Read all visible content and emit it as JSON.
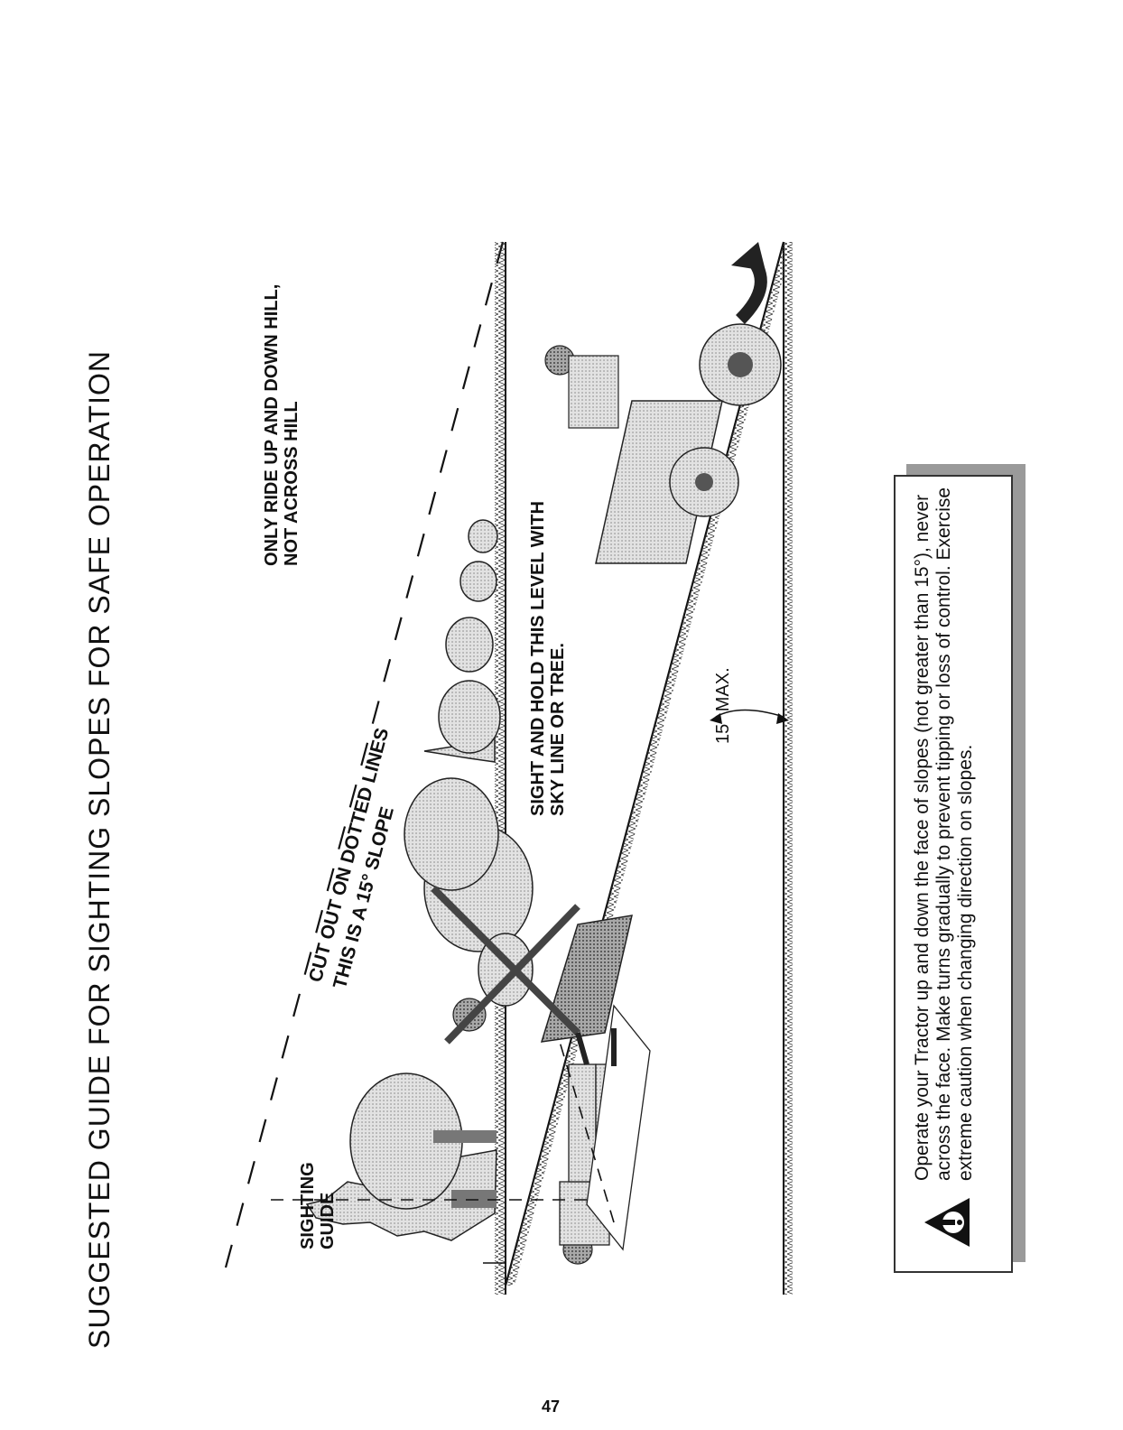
{
  "title": "SUGGESTED GUIDE FOR SIGHTING SLOPES FOR SAFE OPERATION",
  "labels": {
    "sighting_guide": [
      "SIGHTING",
      "GUIDE"
    ],
    "cut_out": [
      "CUT OUT ON DOTTED LINES",
      "THIS IS A 15° SLOPE"
    ],
    "ride": [
      "ONLY RIDE UP AND DOWN HILL,",
      "NOT ACROSS HILL"
    ],
    "sight_hold": [
      "SIGHT AND HOLD THIS LEVEL WITH",
      "SKY LINE OR TREE."
    ],
    "max": "15° MAX."
  },
  "warning": {
    "text": "Operate your Tractor up and down the face of slopes (not greater than 15°), never across the face. Make turns gradually to prevent tipping or loss of control. Exercise extreme caution when changing direction on slopes."
  },
  "page_number": "47",
  "colors": {
    "ink": "#111111",
    "shade": "#c8c8c8",
    "shadow": "#9a9a9a"
  },
  "icons": [
    "warning-icon",
    "curved-arrow-icon"
  ]
}
